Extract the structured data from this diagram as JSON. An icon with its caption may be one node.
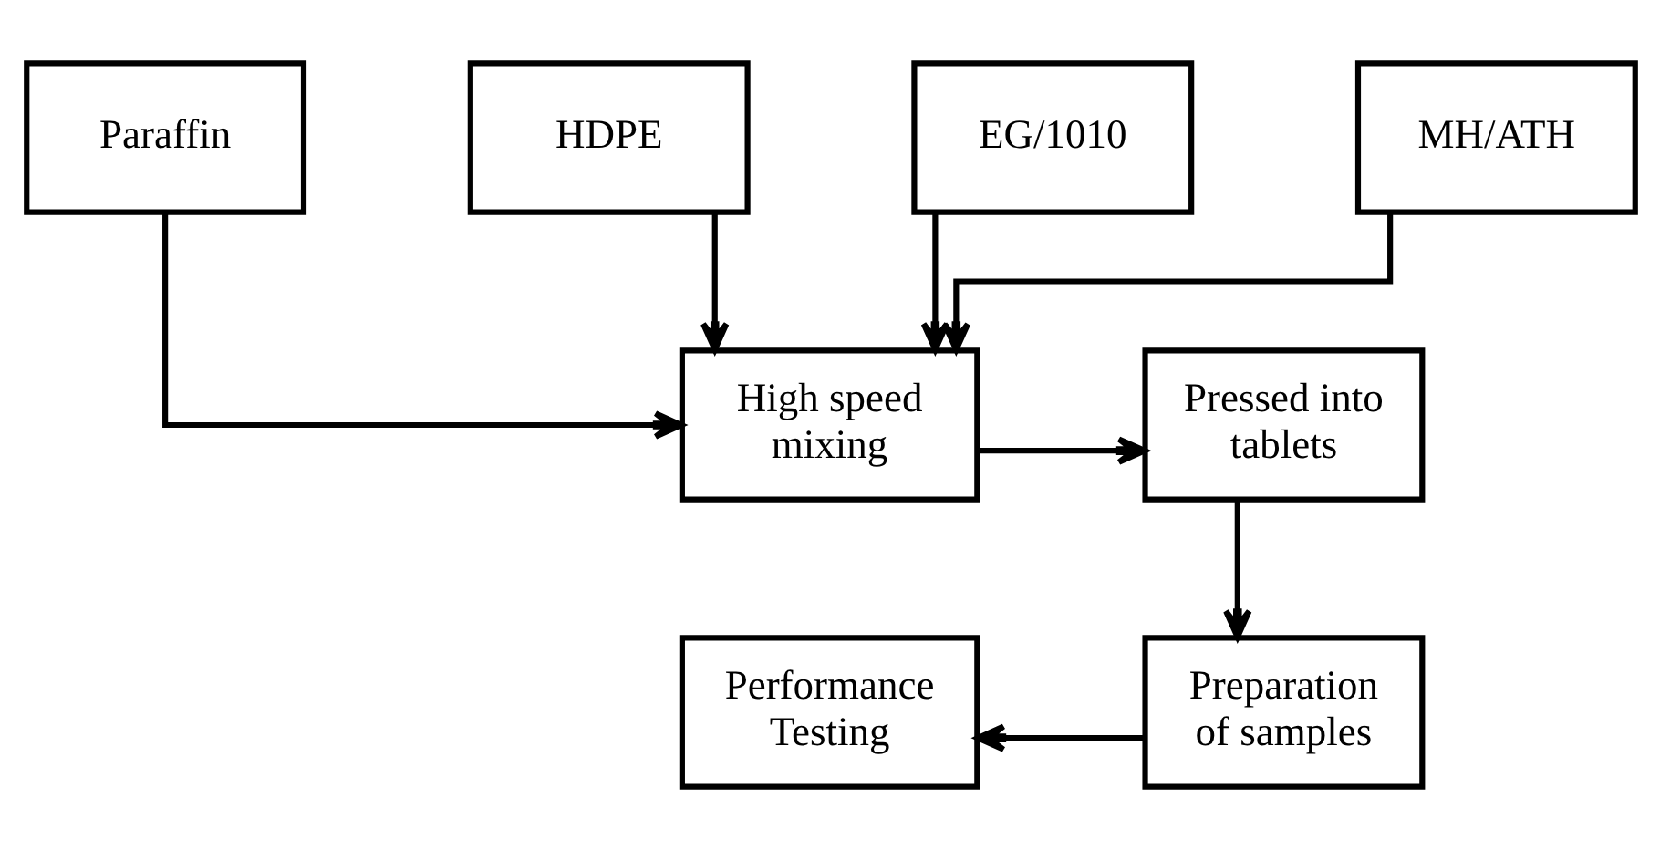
{
  "diagram": {
    "nodes": [
      {
        "text": [
          "Paraffin"
        ]
      },
      {
        "text": [
          "HDPE"
        ]
      },
      {
        "text": [
          "EG/1010"
        ]
      },
      {
        "text": [
          "MH/ATH"
        ]
      },
      {
        "text": [
          "High speed mixing"
        ]
      },
      {
        "text": [
          "Pressed into tablets"
        ]
      },
      {
        "text": [
          "Performance Testing"
        ]
      },
      {
        "text": [
          "Preparation of samples"
        ]
      }
    ],
    "edges": [
      {
        "from": 0,
        "to": 4,
        "arrow": "to"
      },
      {
        "from": 1,
        "to": 4,
        "arrow": "to"
      },
      {
        "from": 2,
        "to": 4,
        "arrow": "to"
      },
      {
        "from": 3,
        "to": 4,
        "arrow": "to"
      },
      {
        "from": 4,
        "to": 5,
        "arrow": "to"
      },
      {
        "from": 5,
        "to": 7,
        "arrow": "to"
      },
      {
        "from": 7,
        "to": 6,
        "arrow": "to"
      }
    ]
  }
}
